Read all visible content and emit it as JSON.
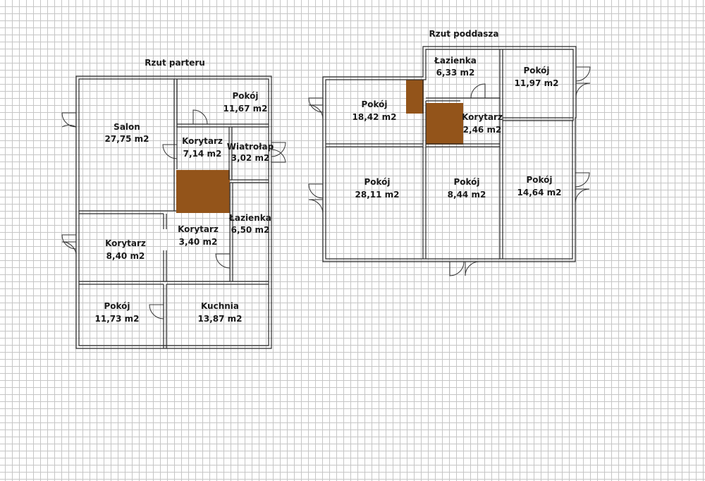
{
  "ground_floor": {
    "title": "Rzut parteru",
    "rooms": [
      {
        "name": "Salon",
        "area": "27,75 m2"
      },
      {
        "name": "Pokój",
        "area": "11,67 m2"
      },
      {
        "name": "Korytarz",
        "area": "7,14 m2"
      },
      {
        "name": "Wiatrołap",
        "area": "3,02 m2"
      },
      {
        "name": "Łazienka",
        "area": "6,50 m2"
      },
      {
        "name": "Korytarz",
        "area": "8,40 m2"
      },
      {
        "name": "Korytarz",
        "area": "3,40 m2"
      },
      {
        "name": "Pokój",
        "area": "11,73 m2"
      },
      {
        "name": "Kuchnia",
        "area": "13,87 m2"
      }
    ]
  },
  "attic_floor": {
    "title": "Rzut poddasza",
    "rooms": [
      {
        "name": "Łazienka",
        "area": "6,33 m2"
      },
      {
        "name": "Pokój",
        "area": "11,97 m2"
      },
      {
        "name": "Pokój",
        "area": "18,42 m2"
      },
      {
        "name": "Korytarz",
        "area": "2,46 m2"
      },
      {
        "name": "Pokój",
        "area": "28,11 m2"
      },
      {
        "name": "Pokój",
        "area": "8,44 m2"
      },
      {
        "name": "Pokój",
        "area": "14,64 m2"
      }
    ]
  },
  "colors": {
    "wall": "#2b2b2b",
    "stair": "#93541a"
  }
}
